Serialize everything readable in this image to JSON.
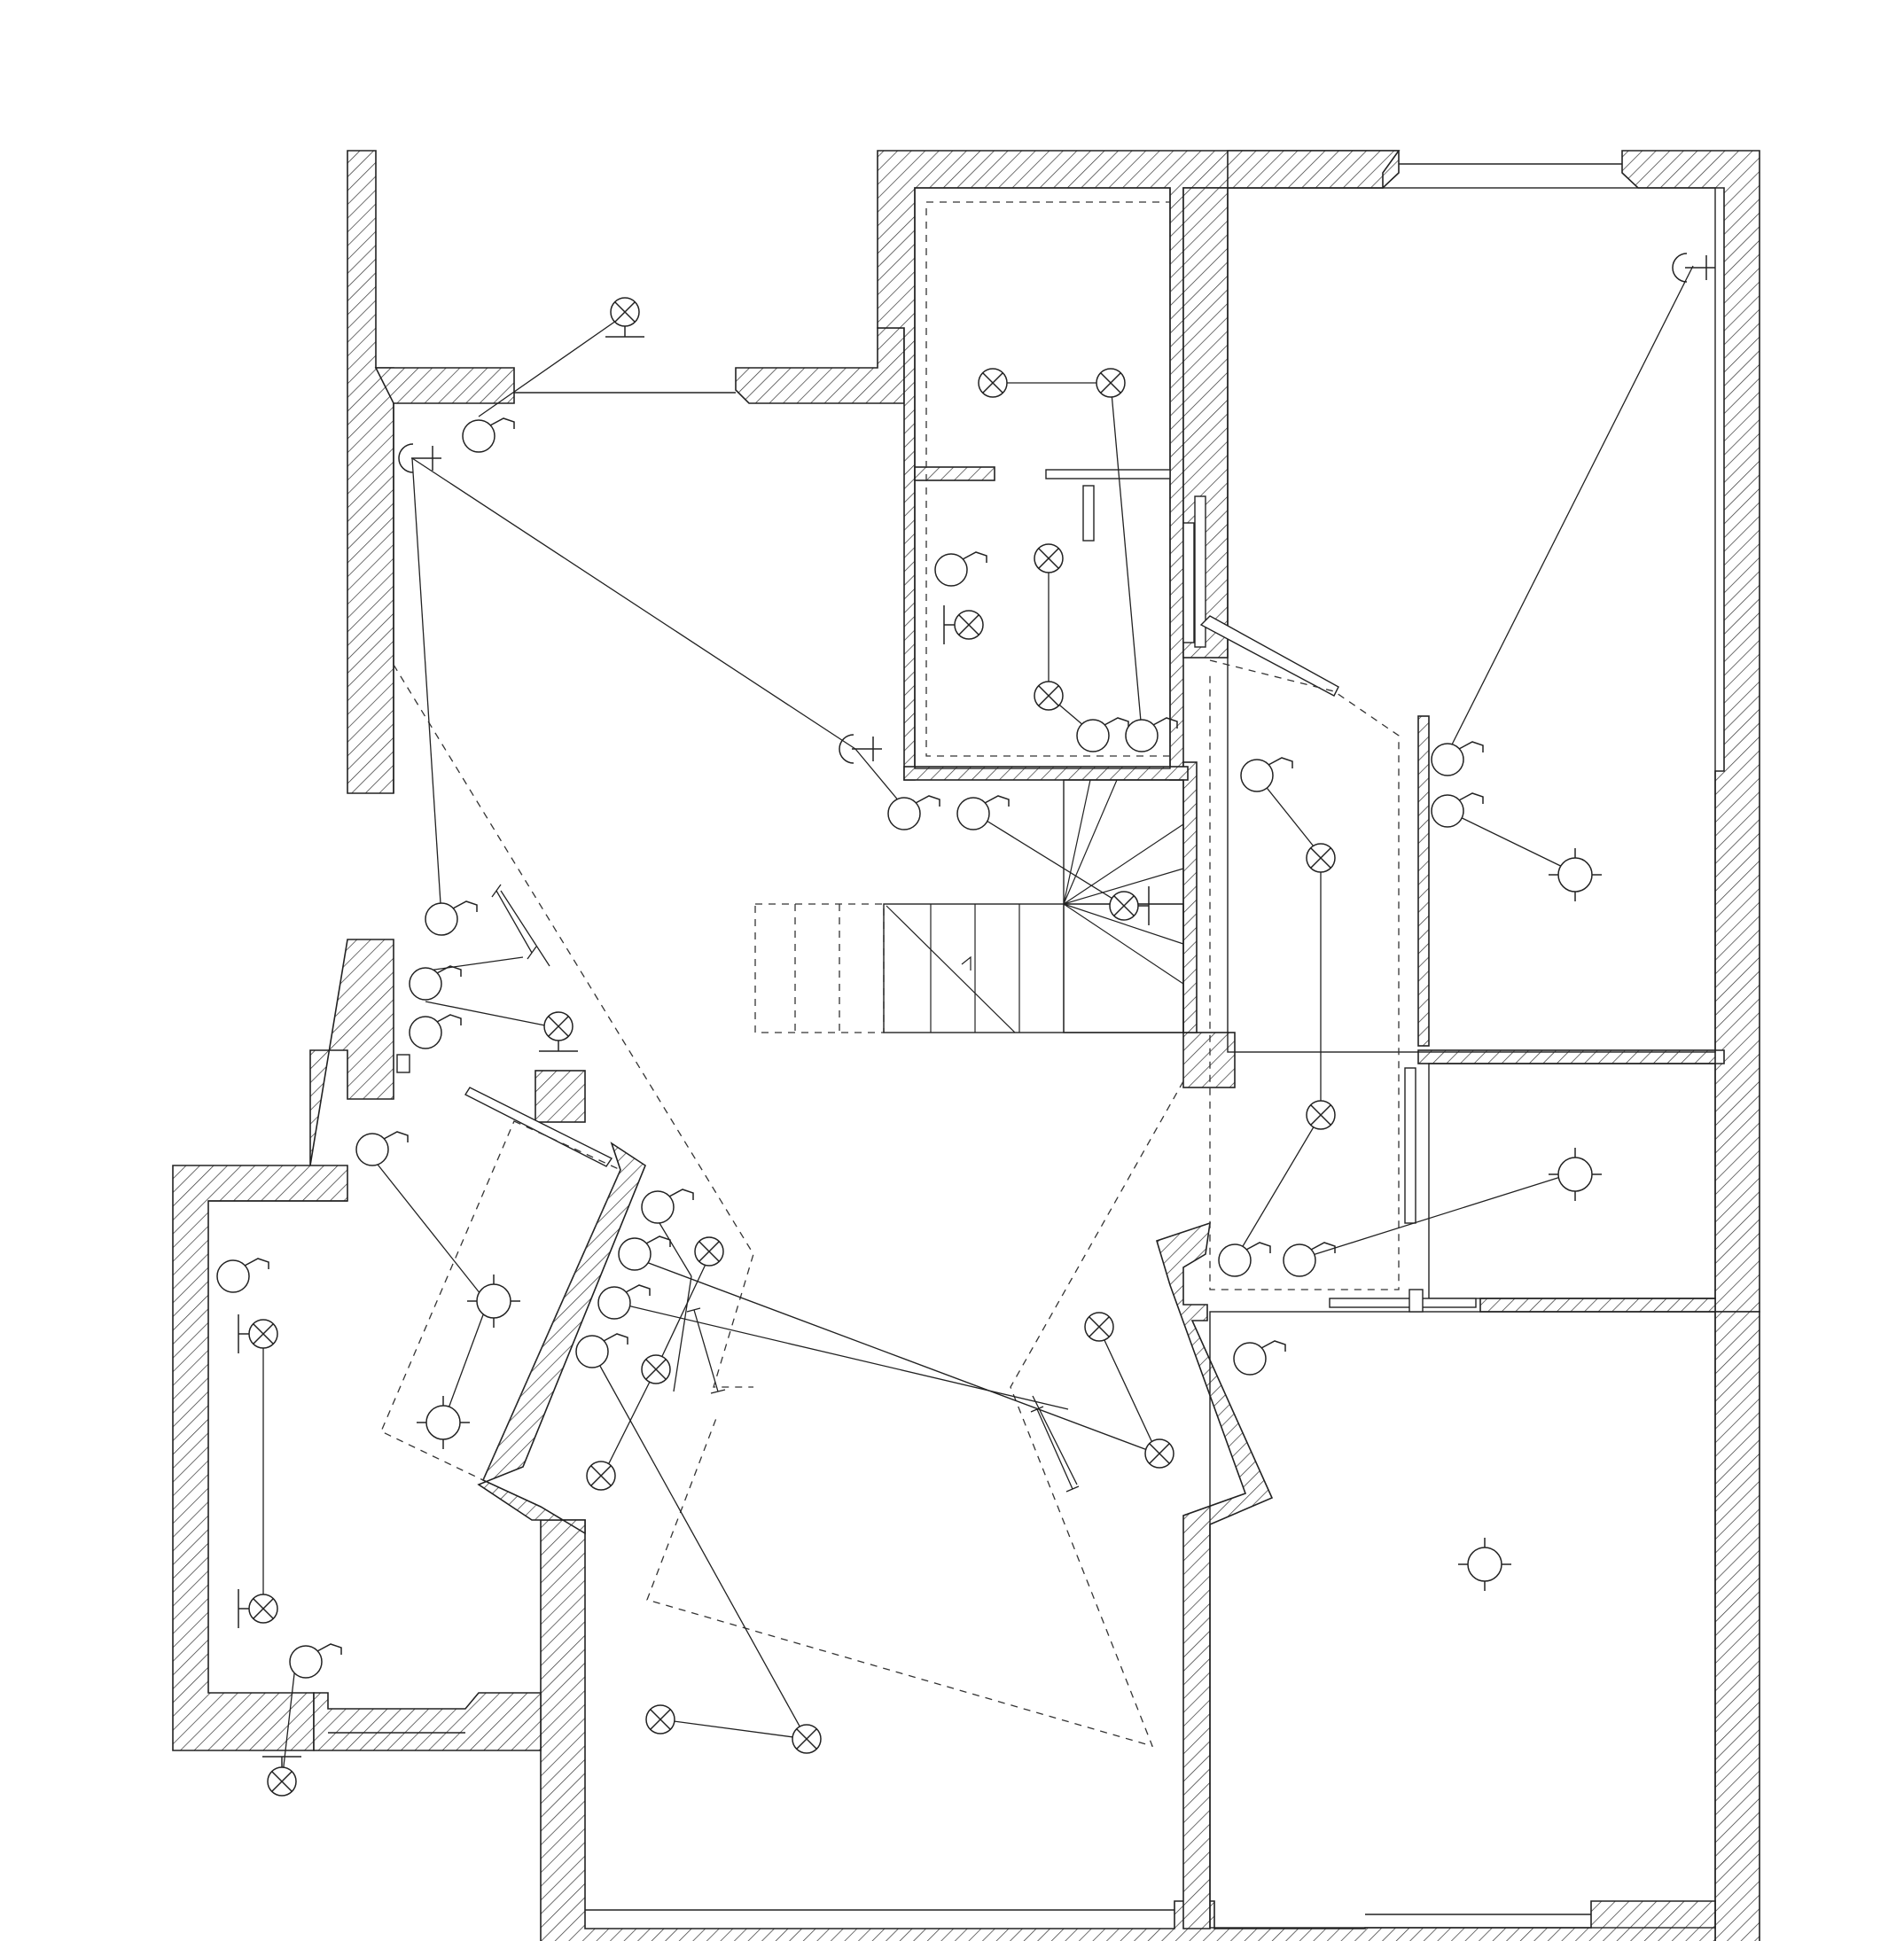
{
  "drawing": {
    "type": "electrical-floor-plan",
    "text_labels": [],
    "symbol_legend_names": {
      "ceiling_light": "circle-with-cross",
      "pendant_light": "circle-with-cross-and-base-bar",
      "downlight": "circle-with-crosshair-ticks",
      "switch": "circle-with-hook",
      "power_socket": "half-circle-with-tick"
    },
    "colors": {
      "ink": "#222222",
      "background": "#ffffff"
    }
  }
}
